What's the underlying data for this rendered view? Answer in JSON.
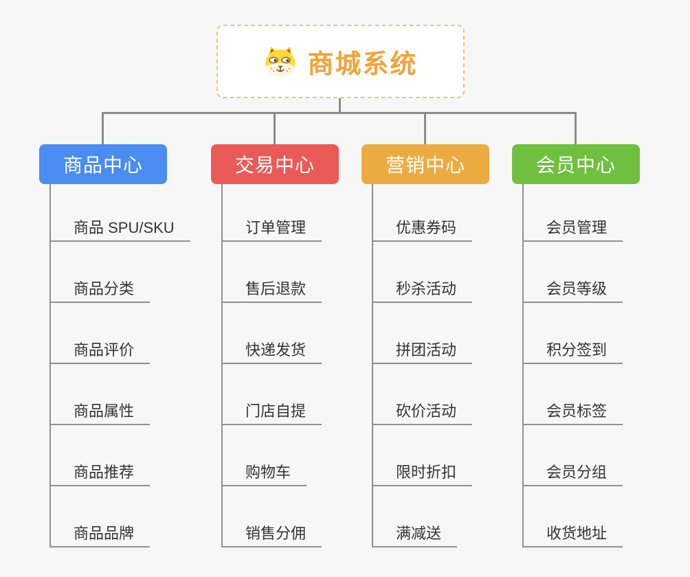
{
  "background_color": "#f7f7f8",
  "connector_color": "#8a8a8a",
  "underline_color": "#8f8f8f",
  "root": {
    "title": "商城系统",
    "icon": "dog-face-icon",
    "text_color": "#f1a43a",
    "border_color": "#f3c06f"
  },
  "branches": [
    {
      "label": "商品中心",
      "color": "#4a8cef",
      "children": [
        "商品 SPU/SKU",
        "商品分类",
        "商品评价",
        "商品属性",
        "商品推荐",
        "商品品牌"
      ]
    },
    {
      "label": "交易中心",
      "color": "#ea5a56",
      "children": [
        "订单管理",
        "售后退款",
        "快递发货",
        "门店自提",
        "购物车",
        "销售分佣"
      ]
    },
    {
      "label": "营销中心",
      "color": "#ecab41",
      "children": [
        "优惠券码",
        "秒杀活动",
        "拼团活动",
        "砍价活动",
        "限时折扣",
        "满减送"
      ]
    },
    {
      "label": "会员中心",
      "color": "#6fc03f",
      "children": [
        "会员管理",
        "会员等级",
        "积分签到",
        "会员标签",
        "会员分组",
        "收货地址"
      ]
    }
  ]
}
